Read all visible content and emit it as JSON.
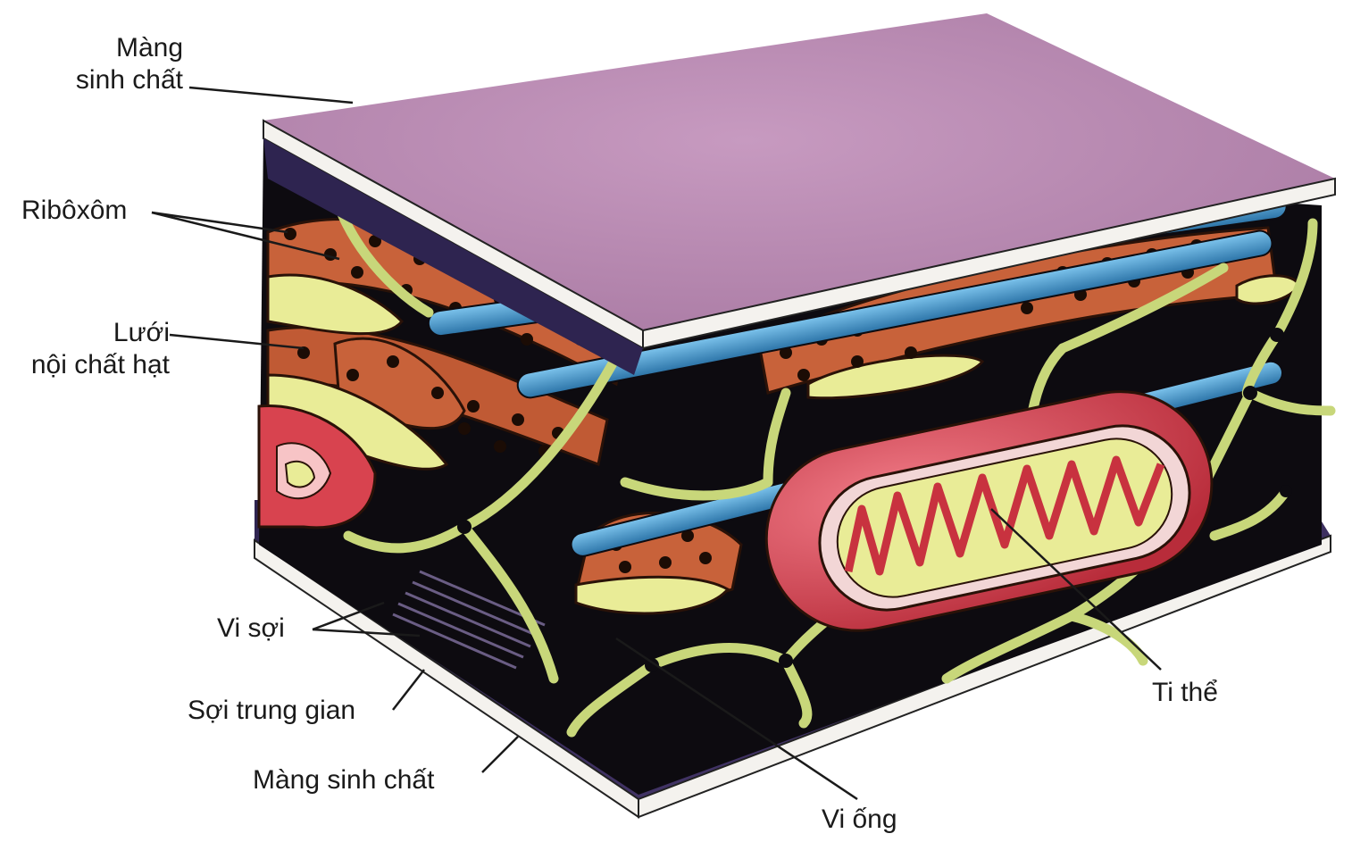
{
  "labels": {
    "top_membrane_line1": "Màng",
    "top_membrane_line2": "sinh chất",
    "ribosome": "Ribôxôm",
    "er_line1": "Lưới",
    "er_line2": "nội chất hạt",
    "microfilament": "Vi sợi",
    "intermediate_filament": "Sợi trung gian",
    "bottom_membrane": "Màng sinh chất",
    "microtubule": "Vi ống",
    "mitochondrion": "Ti thể"
  },
  "colors": {
    "membrane_top": "#b98bb0",
    "membrane_bottom": "#3a2d5e",
    "rough_er": "#c8623a",
    "er_lumen": "#e9ec97",
    "microtubule": "#3f92c8",
    "cytoskeleton_network": "#c8d77a",
    "mitochondrion": "#d8434f",
    "cytoplasm": "#0d0b10"
  }
}
